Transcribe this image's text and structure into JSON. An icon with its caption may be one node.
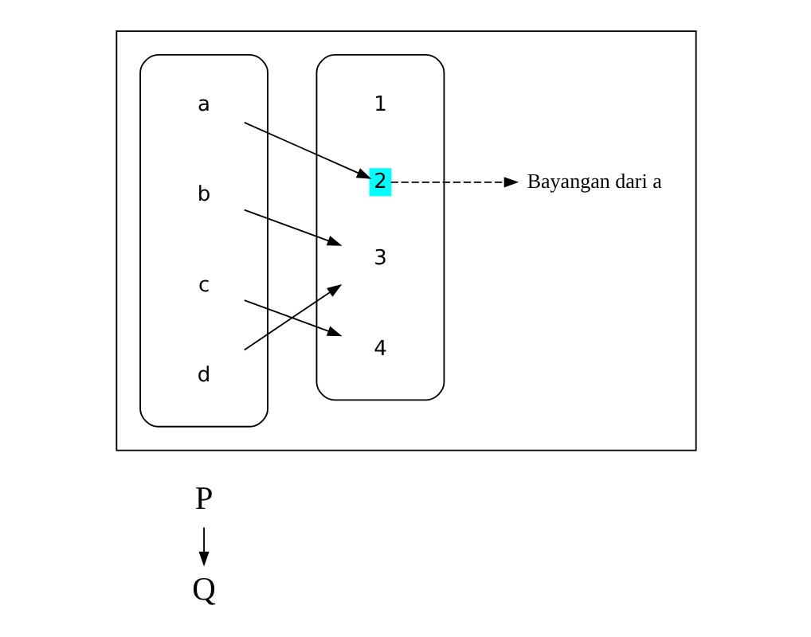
{
  "diagram": {
    "nodes": [
      {
        "text": [
          "P"
        ]
      },
      {
        "text": [
          "Q"
        ]
      },
      {
        "text": [],
        "shape": "box"
      },
      {
        "text": [],
        "shape": "box",
        "in": 2
      },
      {
        "text": [],
        "shape": "box",
        "in": 2
      },
      {
        "text": [
          "a"
        ],
        "in": 3
      },
      {
        "text": [
          "b"
        ],
        "in": 3
      },
      {
        "text": [
          "c"
        ],
        "in": 3
      },
      {
        "text": [
          "d"
        ],
        "in": 3
      },
      {
        "text": [
          "1"
        ],
        "in": 4
      },
      {
        "text": [
          "2"
        ],
        "in": 4
      },
      {
        "text": [
          "3"
        ],
        "in": 4
      },
      {
        "text": [
          "4"
        ],
        "in": 4
      },
      {
        "text": [
          "Bayangan dari a"
        ],
        "in": 2
      }
    ],
    "edges": [
      {
        "from": 0,
        "to": 1,
        "arrow": "to"
      },
      {
        "from": 5,
        "to": 10,
        "arrow": "to"
      },
      {
        "from": 6,
        "to": 11,
        "arrow": "to"
      },
      {
        "from": 7,
        "to": 12,
        "arrow": "to"
      },
      {
        "from": 8,
        "to": 11,
        "arrow": "to"
      },
      {
        "from": 10,
        "to": 13,
        "arrow": "to",
        "style": "dashed"
      }
    ]
  }
}
